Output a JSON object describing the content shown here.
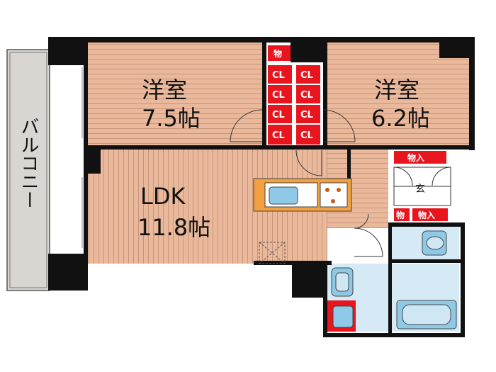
{
  "rooms": {
    "western_room_1": {
      "name": "洋室",
      "size": "7.5帖"
    },
    "western_room_2": {
      "name": "洋室",
      "size": "6.2帖"
    },
    "ldk": {
      "name": "LDK",
      "size": "11.8帖"
    },
    "balcony": {
      "name": "バルコニー"
    },
    "entrance": {
      "name": "玄"
    }
  },
  "storage": {
    "closet_label": "CL",
    "storage_label": "物入",
    "storage_small_label": "物"
  },
  "colors": {
    "floor": "#e8b89a",
    "floor_line": "#c99a7c",
    "wall": "#111111",
    "storage_red": "#e8141e",
    "balcony": "#d8d4d0",
    "wet_area": "#cfe6f3",
    "kitchen_counter": "#f2a040",
    "fixture_blue": "#8ec9e8"
  }
}
